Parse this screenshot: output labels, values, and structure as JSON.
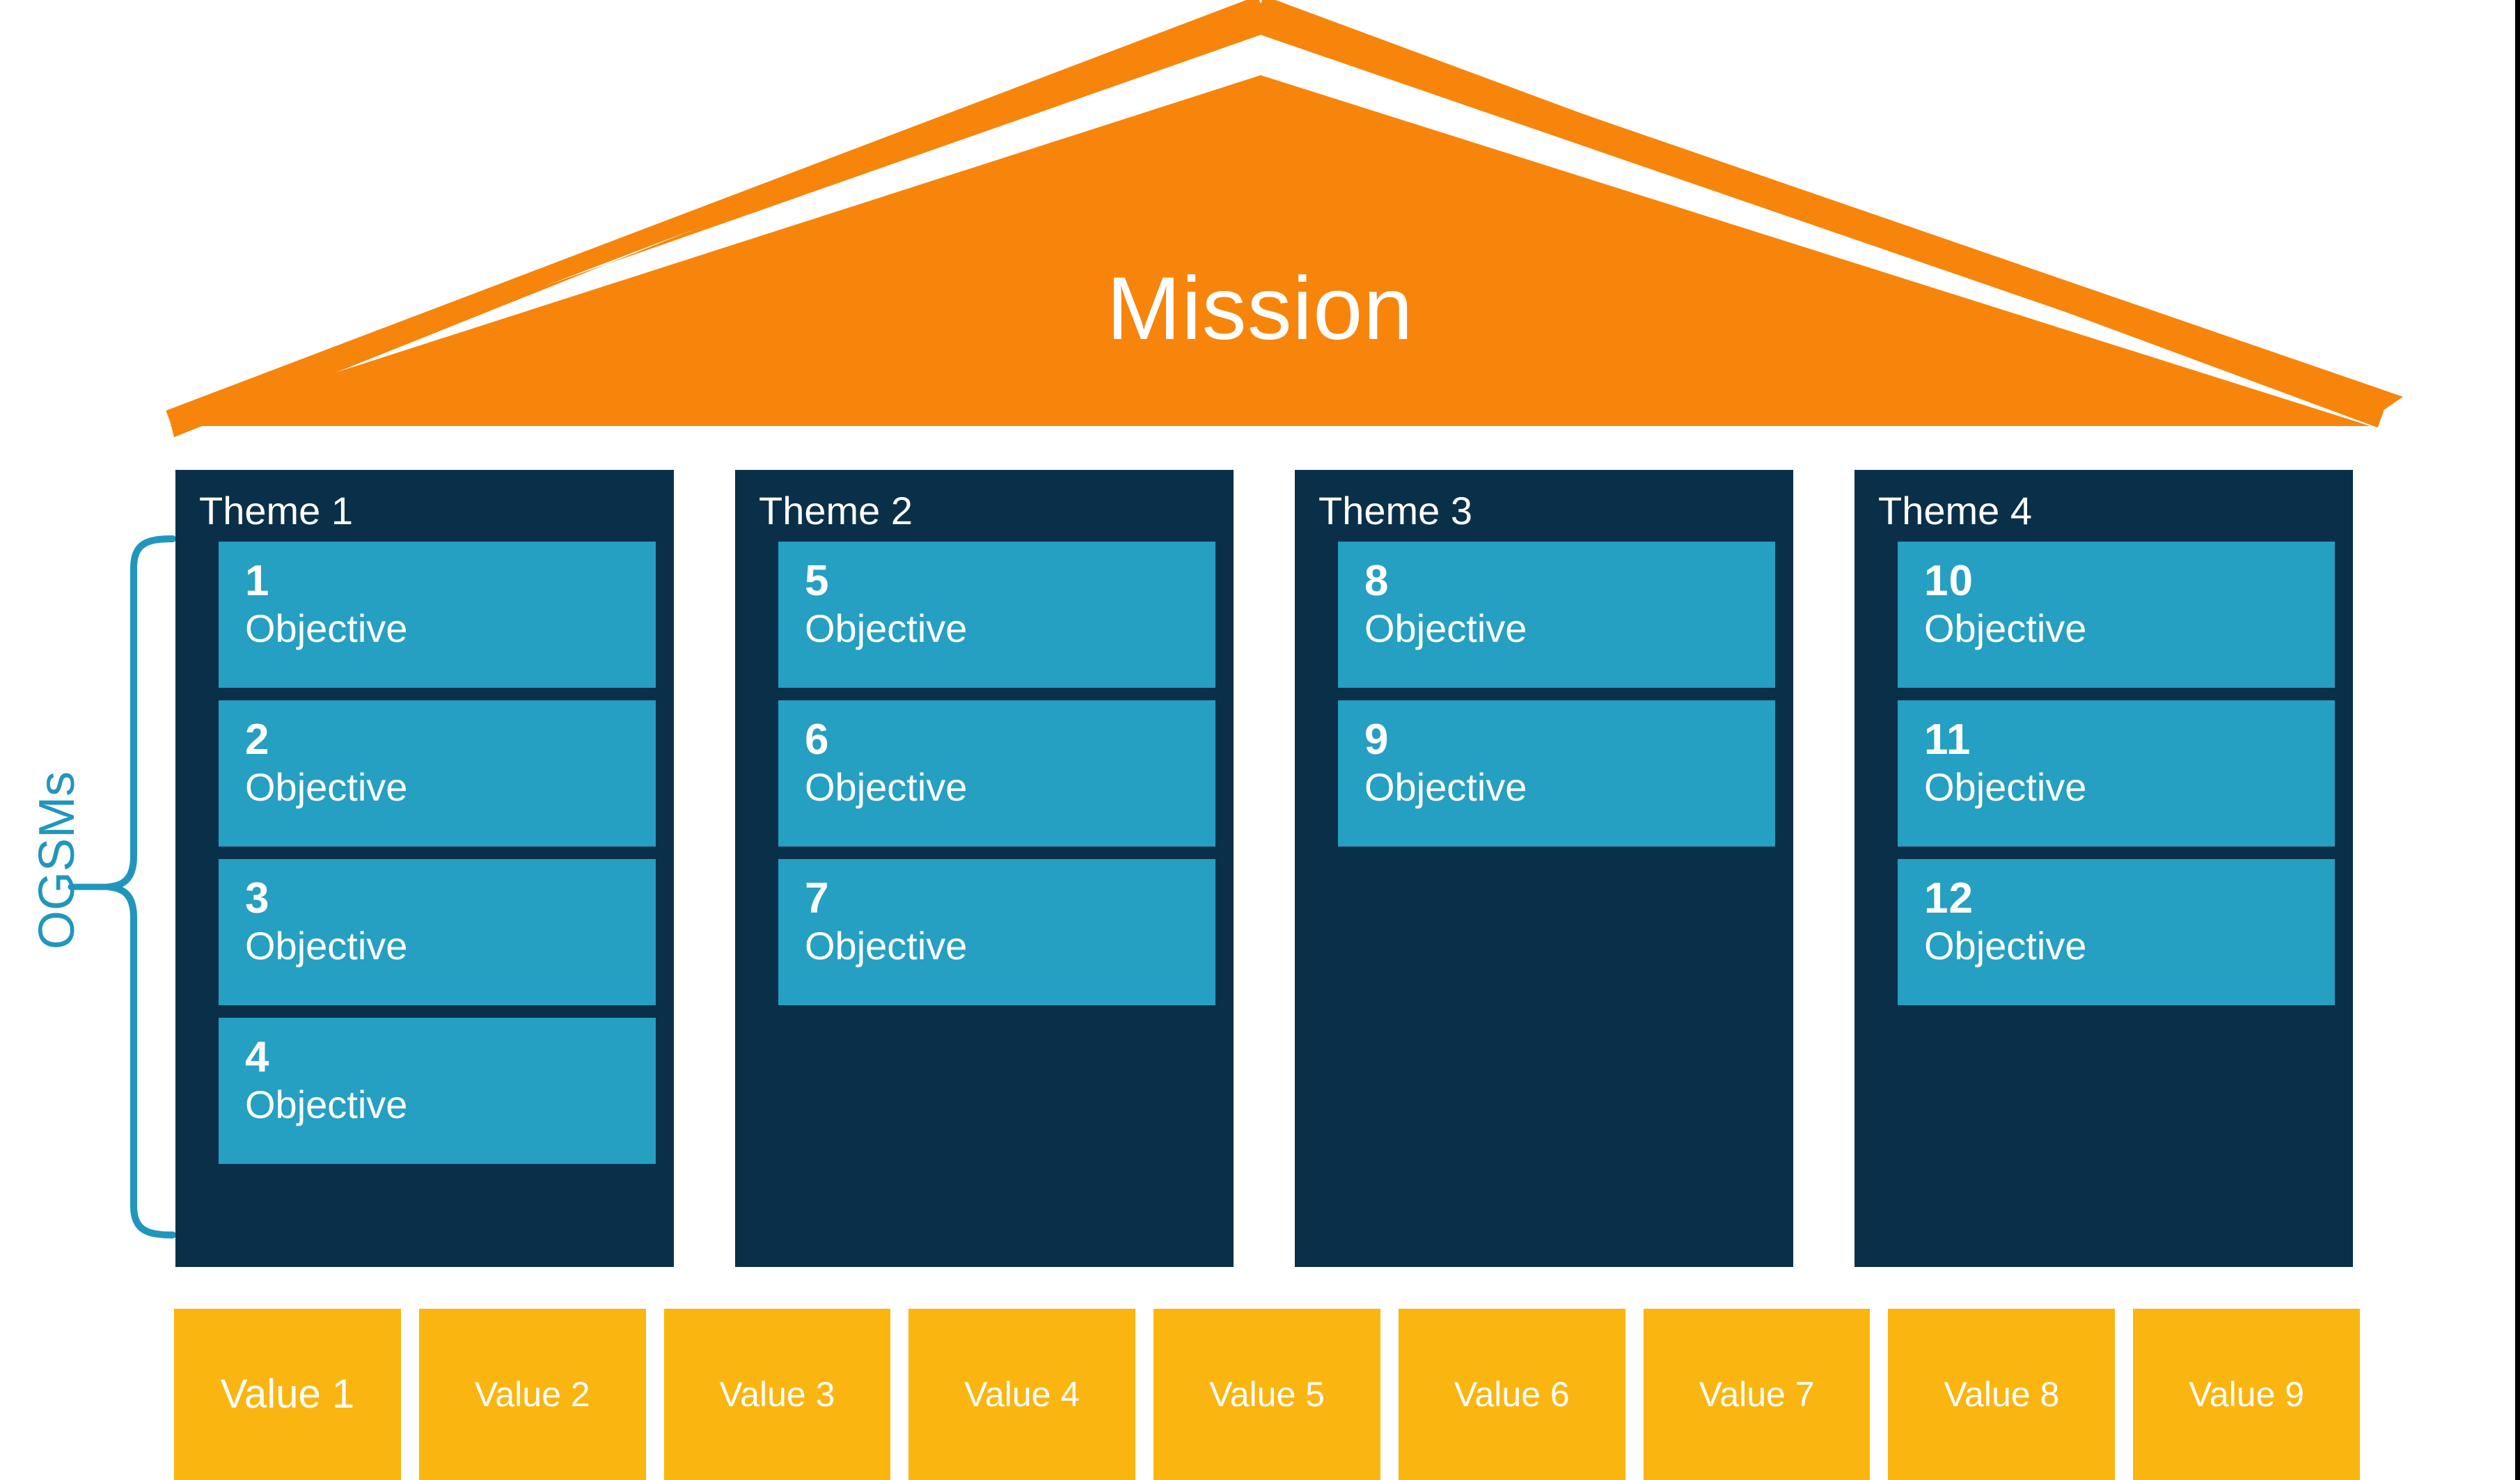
{
  "colors": {
    "roof_orange": "#F7850B",
    "theme_navy": "#0A3049",
    "objective_teal": "#259FC2",
    "value_amber": "#FBB511",
    "ogsm_teal": "#2196BD",
    "text_white": "#FFFFFF",
    "page_background": "#FFFFFF",
    "edge_strip": "#000000"
  },
  "roof": {
    "title": "Mission"
  },
  "ogsms": {
    "label": "OGSMs",
    "brace_icon": "curly-brace-icon"
  },
  "themes": [
    {
      "title": "Theme 1",
      "objectives": [
        {
          "number": "1",
          "label": "Objective"
        },
        {
          "number": "2",
          "label": "Objective"
        },
        {
          "number": "3",
          "label": "Objective"
        },
        {
          "number": "4",
          "label": "Objective"
        }
      ]
    },
    {
      "title": "Theme 2",
      "objectives": [
        {
          "number": "5",
          "label": "Objective"
        },
        {
          "number": "6",
          "label": "Objective"
        },
        {
          "number": "7",
          "label": "Objective"
        }
      ]
    },
    {
      "title": "Theme 3",
      "objectives": [
        {
          "number": "8",
          "label": "Objective"
        },
        {
          "number": "9",
          "label": "Objective"
        }
      ]
    },
    {
      "title": "Theme 4",
      "objectives": [
        {
          "number": "10",
          "label": "Objective"
        },
        {
          "number": "11",
          "label": "Objective"
        },
        {
          "number": "12",
          "label": "Objective"
        }
      ]
    }
  ],
  "values": [
    {
      "label": "Value 1"
    },
    {
      "label": "Value 2"
    },
    {
      "label": "Value 3"
    },
    {
      "label": "Value 4"
    },
    {
      "label": "Value 5"
    },
    {
      "label": "Value 6"
    },
    {
      "label": "Value 7"
    },
    {
      "label": "Value 8"
    },
    {
      "label": "Value 9"
    }
  ]
}
